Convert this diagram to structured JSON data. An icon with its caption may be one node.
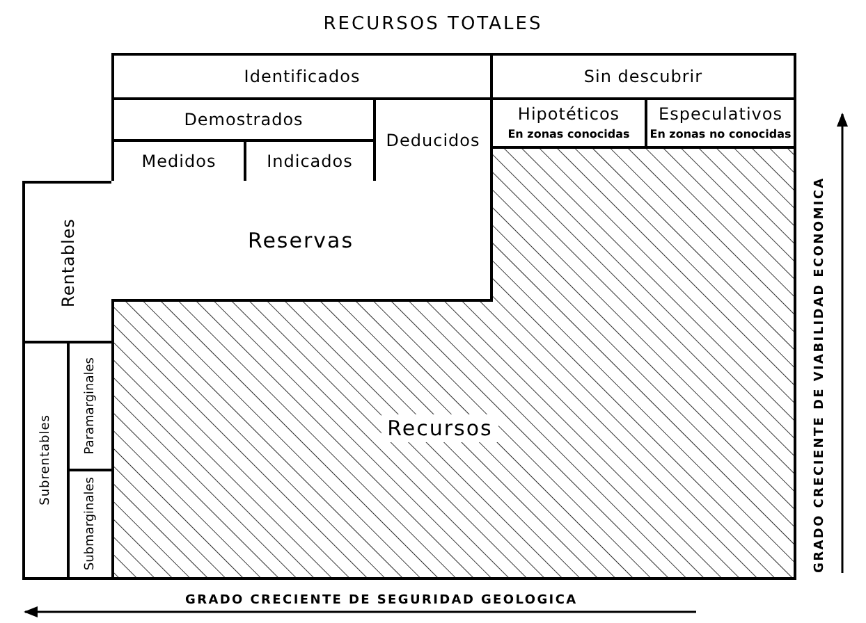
{
  "diagram": {
    "title": "RECURSOS TOTALES",
    "nodes": [
      {
        "text": [
          "Identificados"
        ]
      },
      {
        "text": [
          "Demostrados"
        ]
      },
      {
        "text": [
          "Medidos"
        ]
      },
      {
        "text": [
          "Indicados"
        ]
      },
      {
        "text": [
          "Deducidos"
        ]
      },
      {
        "text": [
          "Sin descubrir"
        ]
      },
      {
        "text": [
          "Hipotéticos",
          "En zonas conocidas"
        ]
      },
      {
        "text": [
          "Especulativos",
          "En zonas no conocidas"
        ]
      },
      {
        "text": [
          "Rentables"
        ]
      },
      {
        "text": [
          "Reservas"
        ]
      },
      {
        "text": [
          "Subrentables"
        ]
      },
      {
        "text": [
          "Paramarginales"
        ]
      },
      {
        "text": [
          "Submarginales"
        ]
      },
      {
        "text": [
          "Recursos"
        ]
      }
    ],
    "edges": [],
    "labels": [
      "GRADO CRECIENTE DE VIABILIDAD ECONOMICA",
      "GRADO CRECIENTE DE SEGURIDAD GEOLOGICA"
    ]
  }
}
